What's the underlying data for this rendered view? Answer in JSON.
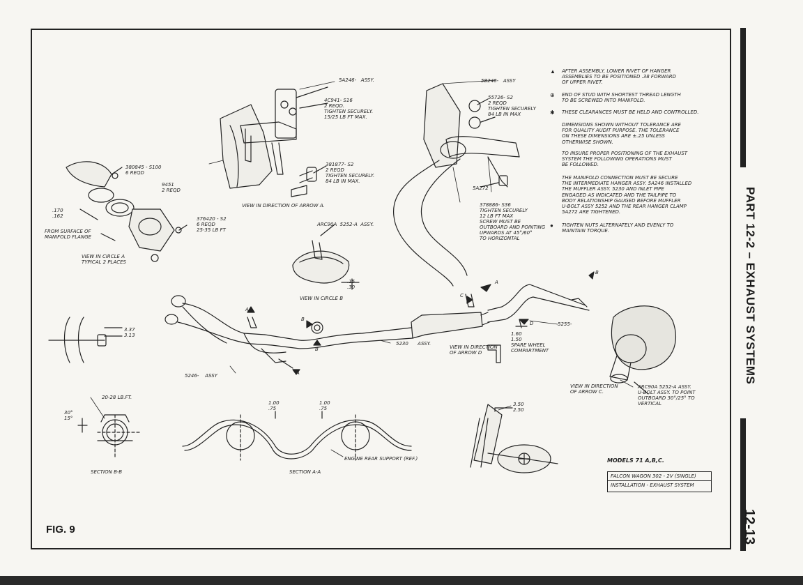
{
  "page": {
    "section_title": "PART 12-2 – EXHAUST SYSTEMS",
    "page_number": "12-13",
    "figure": "FIG. 9"
  },
  "labels": {
    "top_left_assy": "5A246-   ASSY.",
    "bolt_4c941": "4C941- S16\n2 REQD.\nTIGHTEN SECURELY.\n15/25 LB FT MAX.",
    "bolt_381877": "381877- S2\n2 REQD\nTIGHTEN SECURELY.\n84 LB IN MAX.",
    "view_arrow_a": "VIEW IN DIRECTION OF ARROW A.",
    "part_380845": "380845 - S100\n6 REQD",
    "part_9451": "9451\n2 REQD",
    "dim_170": ".170\n.162",
    "manifold_face": "FROM SURFACE OF\nMANIFOLD FLANGE",
    "part_376420": "376420 - S2\n6 REQD\n25-35 LB FT",
    "view_circle_a": "VIEW IN CIRCLE A\nTYPICAL 2 PLACES",
    "top_right_assy": "5B246-   ASSY",
    "stud_55726": "55726- S2\n2 REQD\nTIGHTEN SECURELY\n84 LB IN MAX",
    "part_5a272": "5A272",
    "screw_378886": "378886- S36\nTIGHTEN SECURELY\n12 LB FT MAX\nSCREW MUST BE\nOUTBOARD AND POINTING\nUPWARDS AT 45°/60°\nTO HORIZONTAL",
    "clamp_5252a": "ARC90A  5252-A  ASSY.",
    "dim_15_30": ".15\n.30",
    "view_circle_b": "VIEW IN CIRCLE B",
    "dim_337": "3.37\n3.13",
    "part_5230": "5230      ASSY.",
    "view_arrow_d": "VIEW IN DIRECTION\nOF ARROW D",
    "dim_wheel": "1.60\n1.50\nSPARE WHEEL\nCOMPARTMENT",
    "part_5255": "5255-",
    "part_5246": "5246-    ASSY",
    "view_arrow_c": "VIEW IN DIRECTION\nOF ARROW C.",
    "ubolt_note": "ARC90A 5252-A ASSY.\nU-BOLT ASSY. TO POINT\nOUTBOARD 30°/25° TO\nVERTICAL",
    "torque_20_28": "20-28 LB.FT.",
    "angle_30_15": "30°\n15°",
    "section_bb": "SECTION B-B",
    "dim_100_a": "1.00\n.75",
    "dim_100_b": "1.00\n.75",
    "engine_support": "ENGINE REAR SUPPORT (REF.)",
    "section_aa": "SECTION A-A",
    "dim_350": "3.50\n2.50",
    "arrow_a": "A",
    "arrow_b": "B",
    "arrow_c": "C",
    "arrow_d": "D"
  },
  "notes": [
    {
      "symbol": "▲",
      "text": "AFTER ASSEMBLY, LOWER RIVET OF HANGER\nASSEMBLIES TO BE POSITIONED .38 FORWARD\nOF UPPER RIVET."
    },
    {
      "symbol": "⊕",
      "text": "END OF STUD WITH SHORTEST THREAD LENGTH\nTO BE SCREWED INTO MANIFOLD."
    },
    {
      "symbol": "✱",
      "text": "THESE CLEARANCES MUST BE HELD AND CONTROLLED."
    },
    {
      "symbol": "",
      "text": "DIMENSIONS SHOWN WITHOUT TOLERANCE ARE\nFOR QUALITY AUDIT PURPOSE. THE TOLERANCE\nON THESE DIMENSIONS ARE ±.25 UNLESS\nOTHERWISE SHOWN."
    },
    {
      "symbol": "",
      "text": "TO INSURE PROPER POSITIONING OF THE EXHAUST\nSYSTEM THE FOLLOWING OPERATIONS MUST\nBE FOLLOWED."
    },
    {
      "symbol": "",
      "text": "THE MANIFOLD CONNECTION MUST BE SECURE\nTHE INTERMEDIATE HANGER ASSY. 5A246 INSTALLED\nTHE MUFFLER ASSY. 5230 AND INLET PIPE\nENGAGED AS INDICATED AND THE TAILPIPE TO\nBODY RELATIONSHIP GAUGED BEFORE MUFFLER\nU-BOLT ASSY 5252 AND THE REAR HANGER CLAMP\n5A272 ARE TIGHTENED."
    },
    {
      "symbol": "●",
      "text": "TIGHTEN NUTS ALTERNATELY AND EVENLY TO\nMAINTAIN TORQUE."
    }
  ],
  "models": {
    "heading": "MODELS 71 A,B,C.",
    "row1": "FALCON WAGON   302 - 2V  (SINGLE)",
    "row2": "INSTALLATION - EXHAUST SYSTEM"
  }
}
